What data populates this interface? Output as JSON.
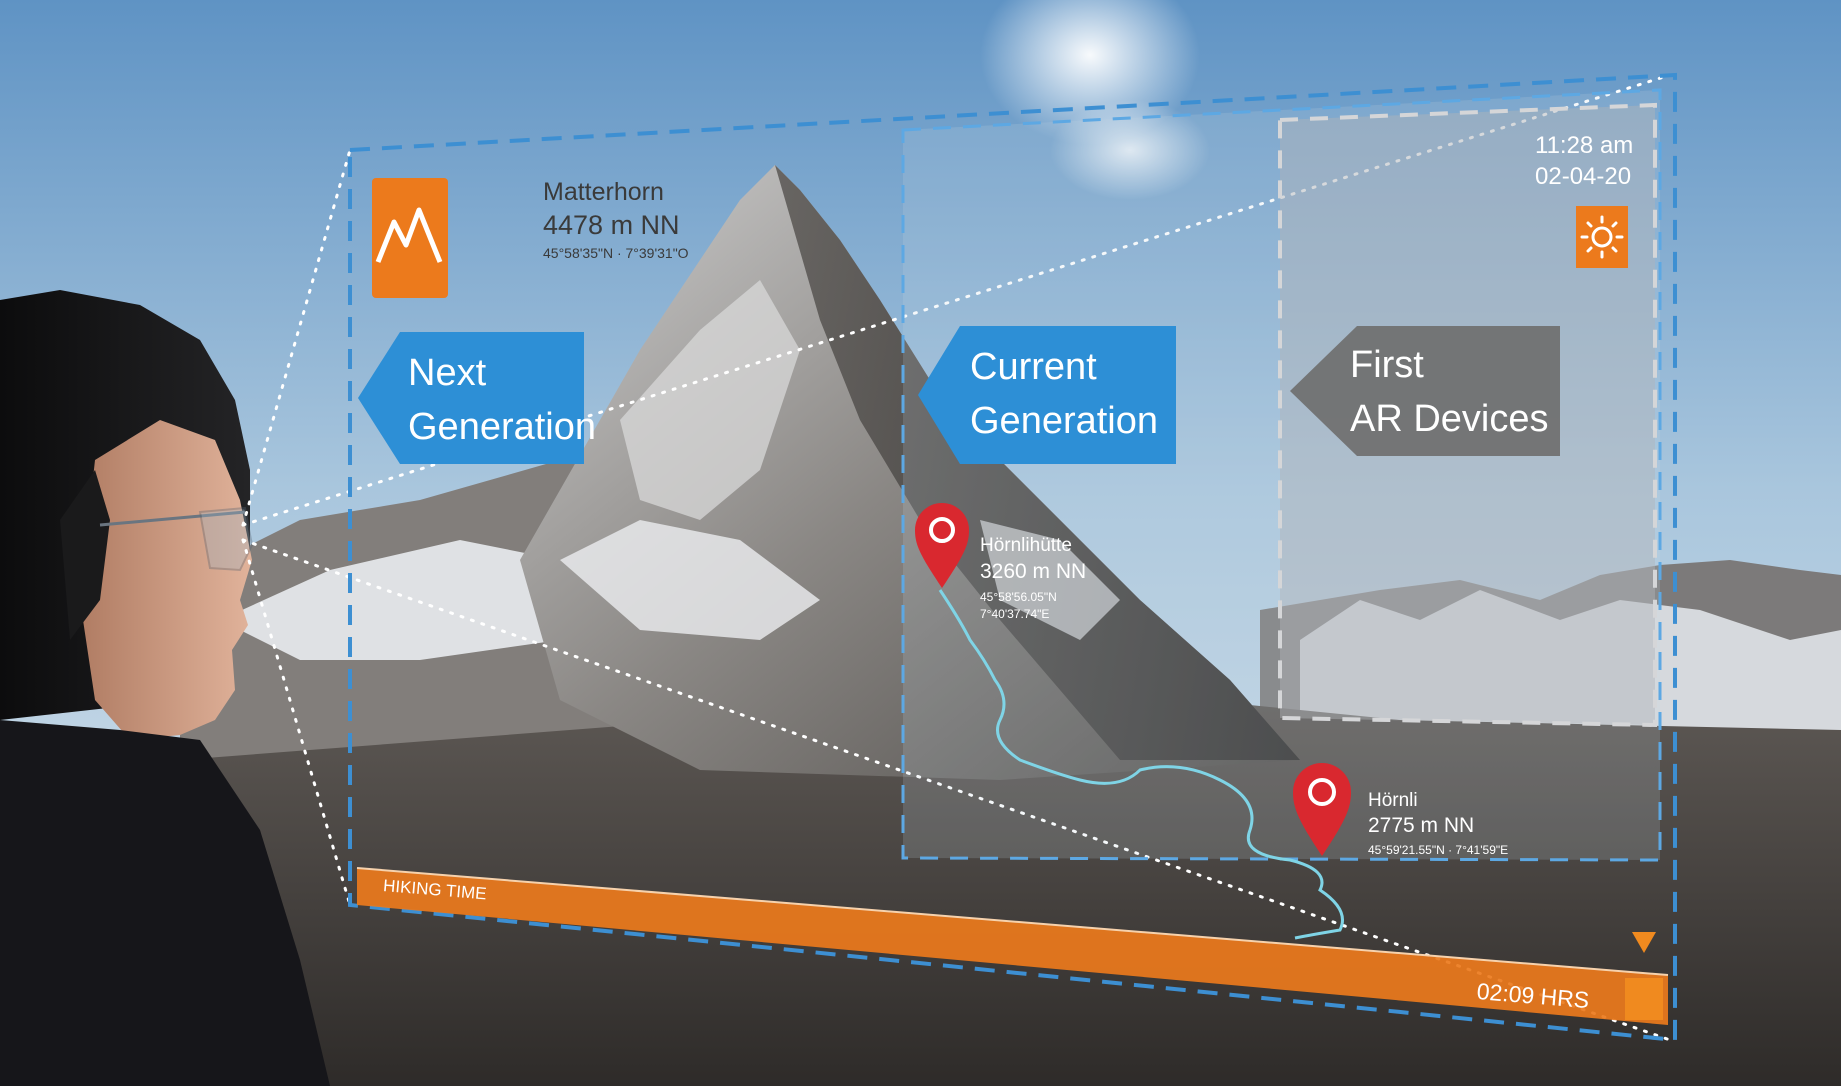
{
  "peak": {
    "name": "Matterhorn",
    "elevation": "4478 m NN",
    "coords": "45°58'35\"N · 7°39'31\"O",
    "icon": "mountain-icon"
  },
  "generations": {
    "next": [
      "Next",
      "Generation"
    ],
    "current": [
      "Current",
      "Generation"
    ],
    "first": [
      "First",
      "AR Devices"
    ]
  },
  "status": {
    "time": "11:28 am",
    "date": "02-04-20",
    "weather_icon": "sun-icon"
  },
  "waypoints": [
    {
      "name": "Hörnlihütte",
      "elevation": "3260 m NN",
      "coords_line1": "45°58'56.05\"N",
      "coords_line2": "7°40'37.74\"E",
      "icon": "location-pin-icon"
    },
    {
      "name": "Hörnli",
      "elevation": "2775 m NN",
      "coords_line1": "45°59'21.55\"N · 7°41'59\"E",
      "icon": "location-pin-icon"
    }
  ],
  "hiking": {
    "label": "HIKING TIME",
    "value": "02:09 HRS"
  },
  "colors": {
    "accent_orange": "#ec7a1c",
    "blue_label": "#2d8fd6",
    "grey_label": "#6f6f6f",
    "dash_blue": "#3d8fd2",
    "pin_red": "#d9282f"
  }
}
